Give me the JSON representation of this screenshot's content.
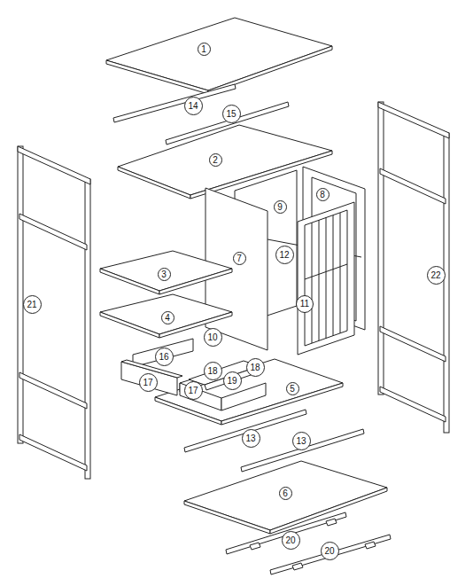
{
  "diagram": {
    "labels": [
      "1",
      "14",
      "15",
      "2",
      "9",
      "8",
      "21",
      "22",
      "7",
      "12",
      "3",
      "11",
      "4",
      "10",
      "16",
      "17",
      "18",
      "19",
      "18",
      "17",
      "5",
      "13",
      "13",
      "6",
      "20",
      "20"
    ]
  }
}
